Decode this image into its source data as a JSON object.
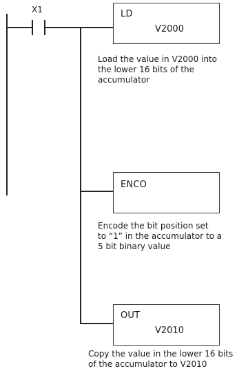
{
  "contact": {
    "label": "X1"
  },
  "instructions": [
    {
      "mnemonic": "LD",
      "operand": "V2000",
      "description": [
        "Load the value in V2000 into",
        "the lower 16 bits of the",
        "accumulator"
      ]
    },
    {
      "mnemonic": "ENCO",
      "operand": "",
      "description": [
        "Encode the bit position set",
        "to “1” in the accumulator to a",
        "5 bit binary value"
      ]
    },
    {
      "mnemonic": "OUT",
      "operand": "V2010",
      "description": [
        "Copy the value in the lower 16 bits",
        "of the accumulator to V2010"
      ]
    }
  ]
}
